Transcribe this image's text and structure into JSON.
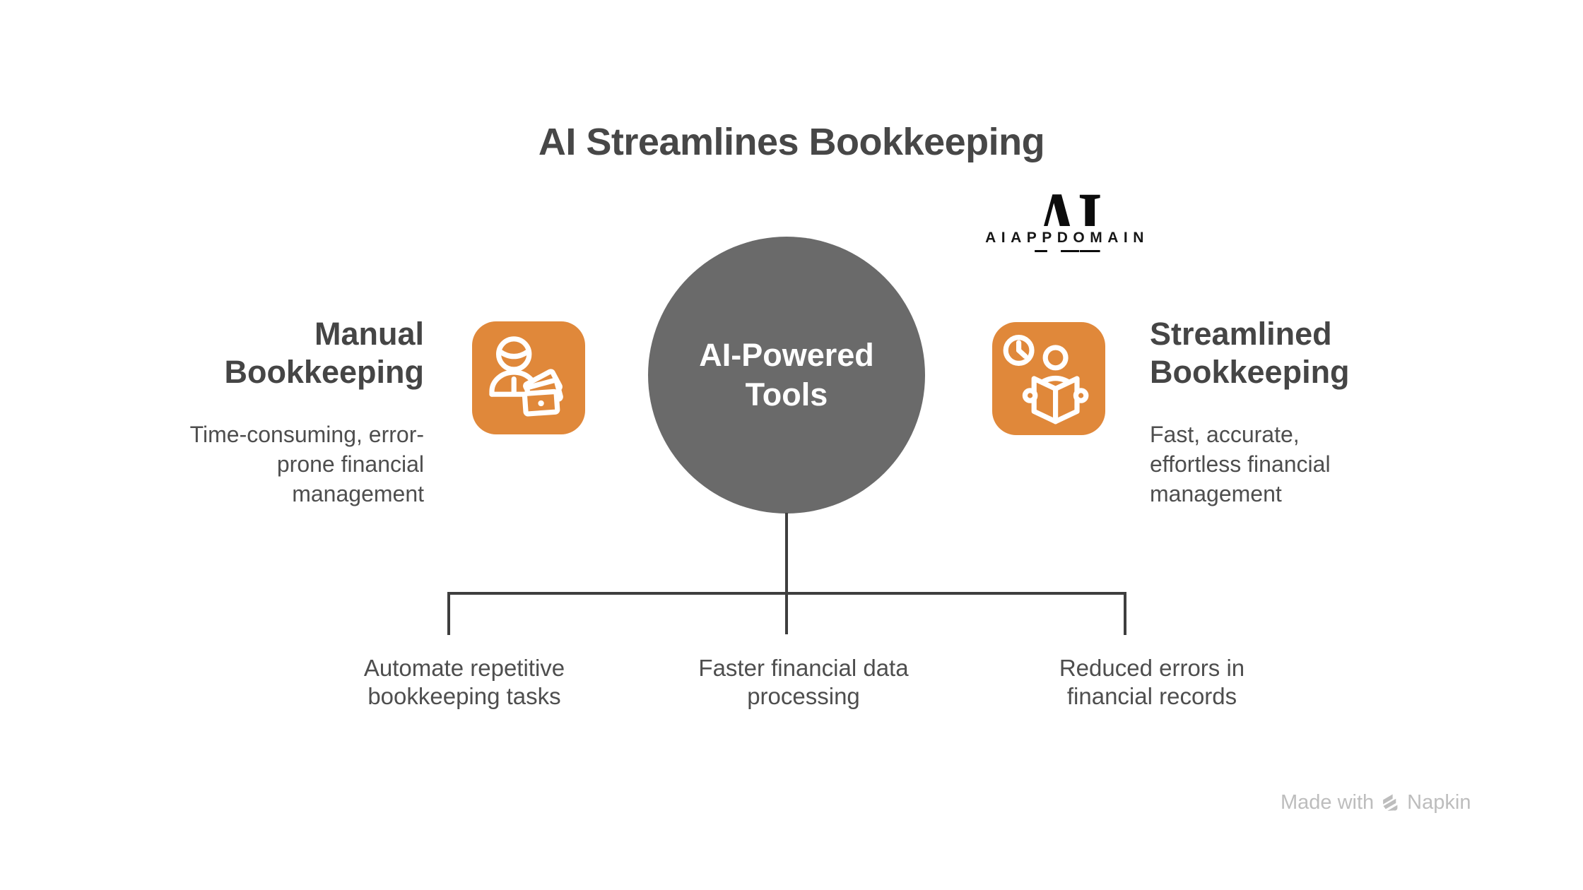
{
  "title": "AI Streamlines Bookkeeping",
  "logo": {
    "monogram": "AI",
    "wordmark": "AIAPPDOMAIN"
  },
  "center": {
    "label": "AI-Powered\nTools"
  },
  "left": {
    "heading": "Manual\nBookkeeping",
    "description": "Time-consuming, error-\nprone financial\nmanagement",
    "icon": "accountant-with-cash-icon"
  },
  "right": {
    "heading": "Streamlined\nBookkeeping",
    "description": "Fast, accurate,\neffortless financial\nmanagement",
    "icon": "reader-with-clock-icon"
  },
  "benefits": [
    {
      "label": "Automate repetitive\nbookkeeping tasks"
    },
    {
      "label": "Faster financial data\nprocessing"
    },
    {
      "label": "Reduced errors in\nfinancial records"
    }
  ],
  "footer": {
    "made_with": "Made with",
    "brand": "Napkin",
    "icon": "napkin-logo-icon"
  },
  "colors": {
    "accent_orange": "#E0883A",
    "circle_gray": "#6A6A6A",
    "connector_line": "#3E3E3E",
    "title_text": "#474747",
    "body_text": "#4E4E4E",
    "footer_gray": "#BDBDBD"
  }
}
